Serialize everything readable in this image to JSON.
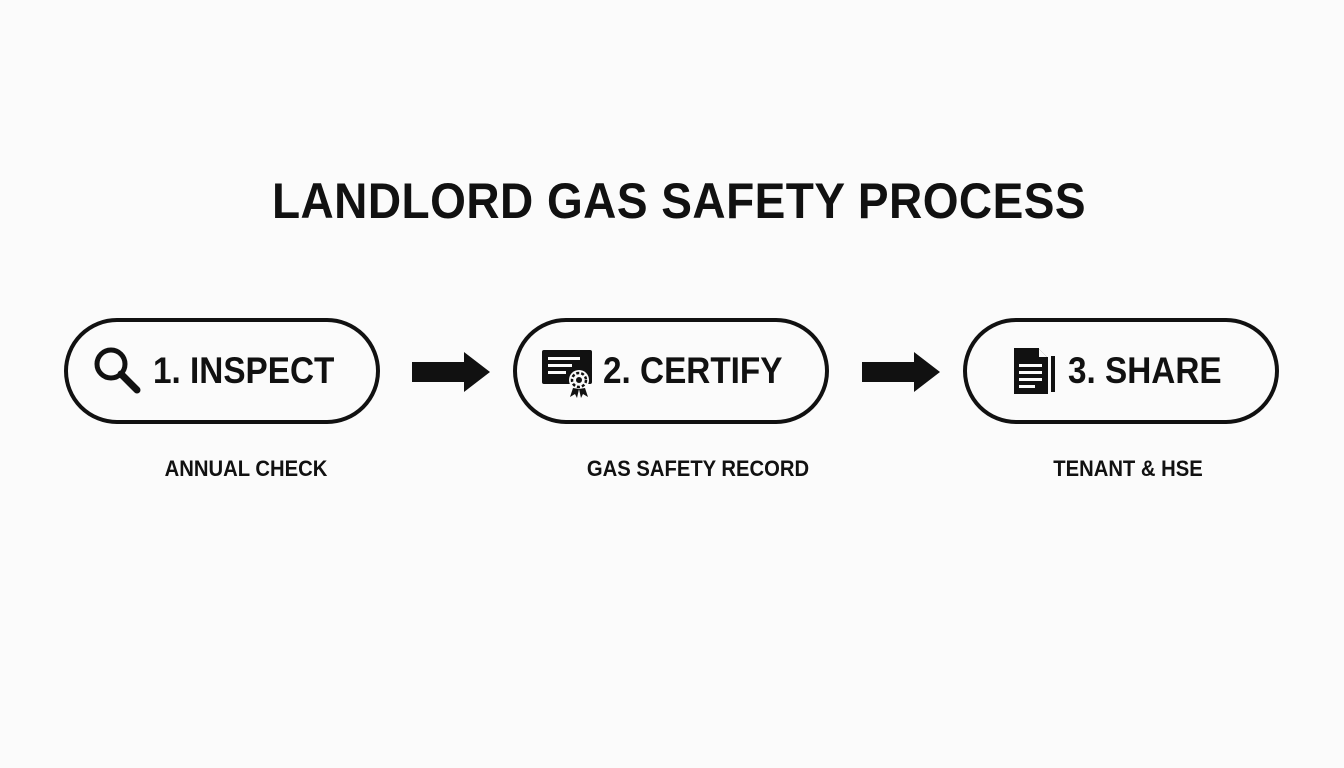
{
  "title": "LANDLORD GAS SAFETY PROCESS",
  "steps": [
    {
      "label": "1. INSPECT",
      "caption": "ANNUAL CHECK",
      "icon": "magnifying-glass-icon"
    },
    {
      "label": "2. CERTIFY",
      "caption": "GAS SAFETY RECORD",
      "icon": "certificate-icon"
    },
    {
      "label": "3. SHARE",
      "caption": "TENANT & HSE",
      "icon": "document-icon"
    }
  ],
  "colors": {
    "ink": "#111111",
    "background": "#fbfbfb"
  }
}
